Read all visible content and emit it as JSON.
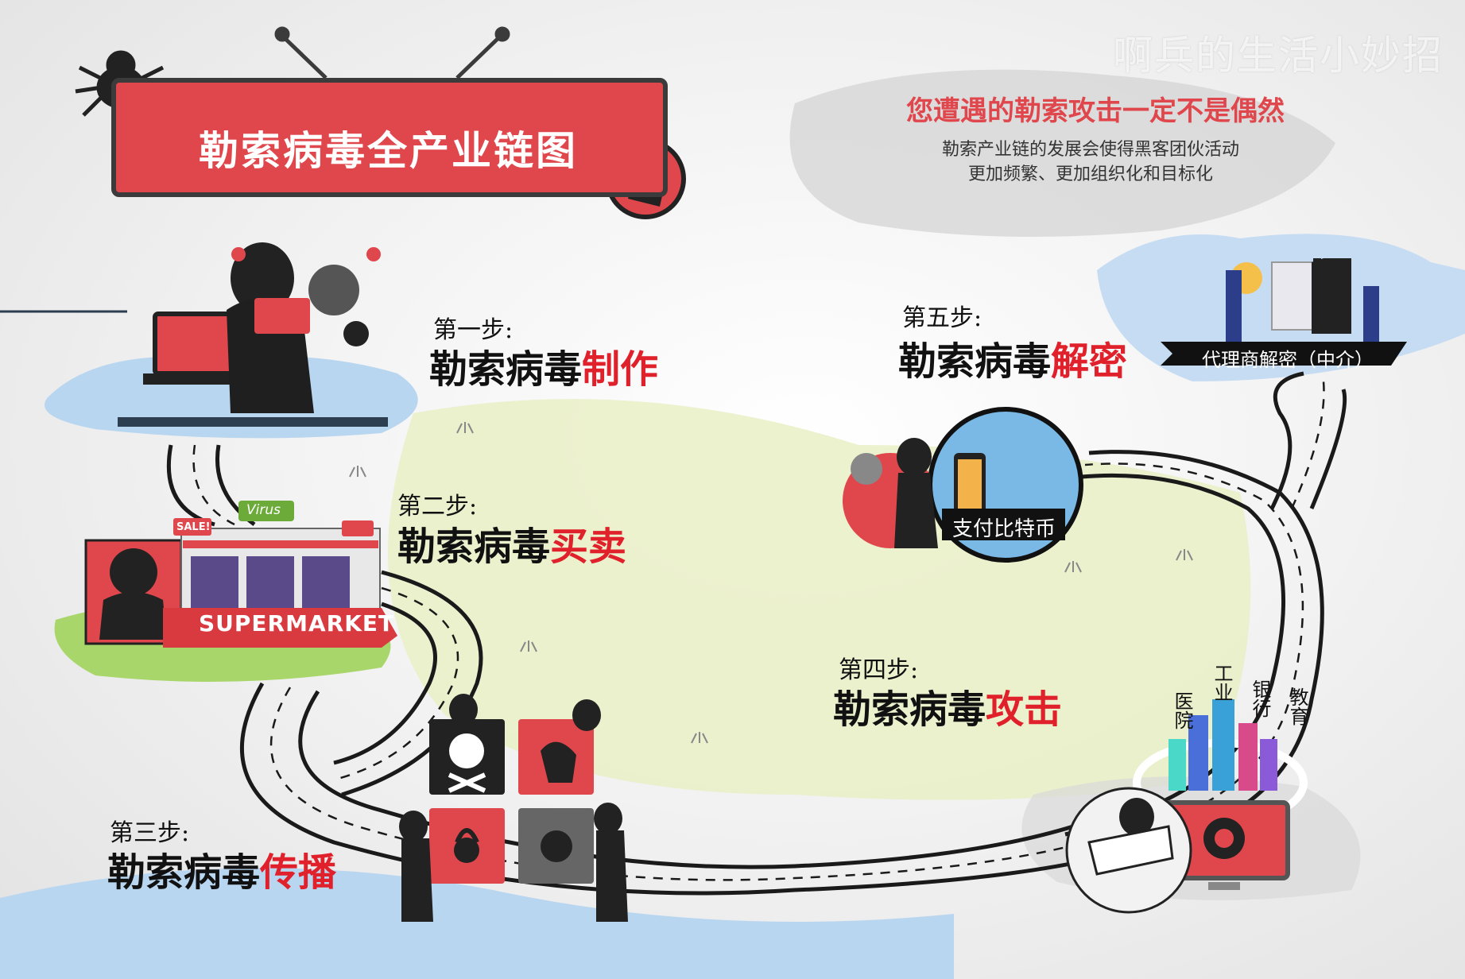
{
  "watermark": "啊兵的生活小妙招",
  "title": "勒索病毒全产业链图",
  "headline": "您遭遇的勒索攻击一定不是偶然",
  "subtitle_line1": "勒索产业链的发展会使得黑客团伙活动",
  "subtitle_line2": "更加频繁、更加组织化和目标化",
  "steps": [
    {
      "label": "第一步:",
      "prefix": "勒索病毒",
      "action": "制作"
    },
    {
      "label": "第二步:",
      "prefix": "勒索病毒",
      "action": "买卖"
    },
    {
      "label": "第三步:",
      "prefix": "勒索病毒",
      "action": "传播"
    },
    {
      "label": "第四步:",
      "prefix": "勒索病毒",
      "action": "攻击"
    },
    {
      "label": "第五步:",
      "prefix": "勒索病毒",
      "action": "解密"
    }
  ],
  "agent_banner": "代理商解密（中介）",
  "payment_label": "支付比特币",
  "store": {
    "sign": "SUPERMARKET",
    "brand": "Virus",
    "sale": "SALE!"
  },
  "targets": [
    "医院",
    "工业",
    "银行",
    "教育"
  ],
  "colors": {
    "accent": "#e0474c",
    "highlight": "#e0202a",
    "dark": "#222222",
    "water": "#b9d6f0",
    "land": "#e9efc6"
  }
}
